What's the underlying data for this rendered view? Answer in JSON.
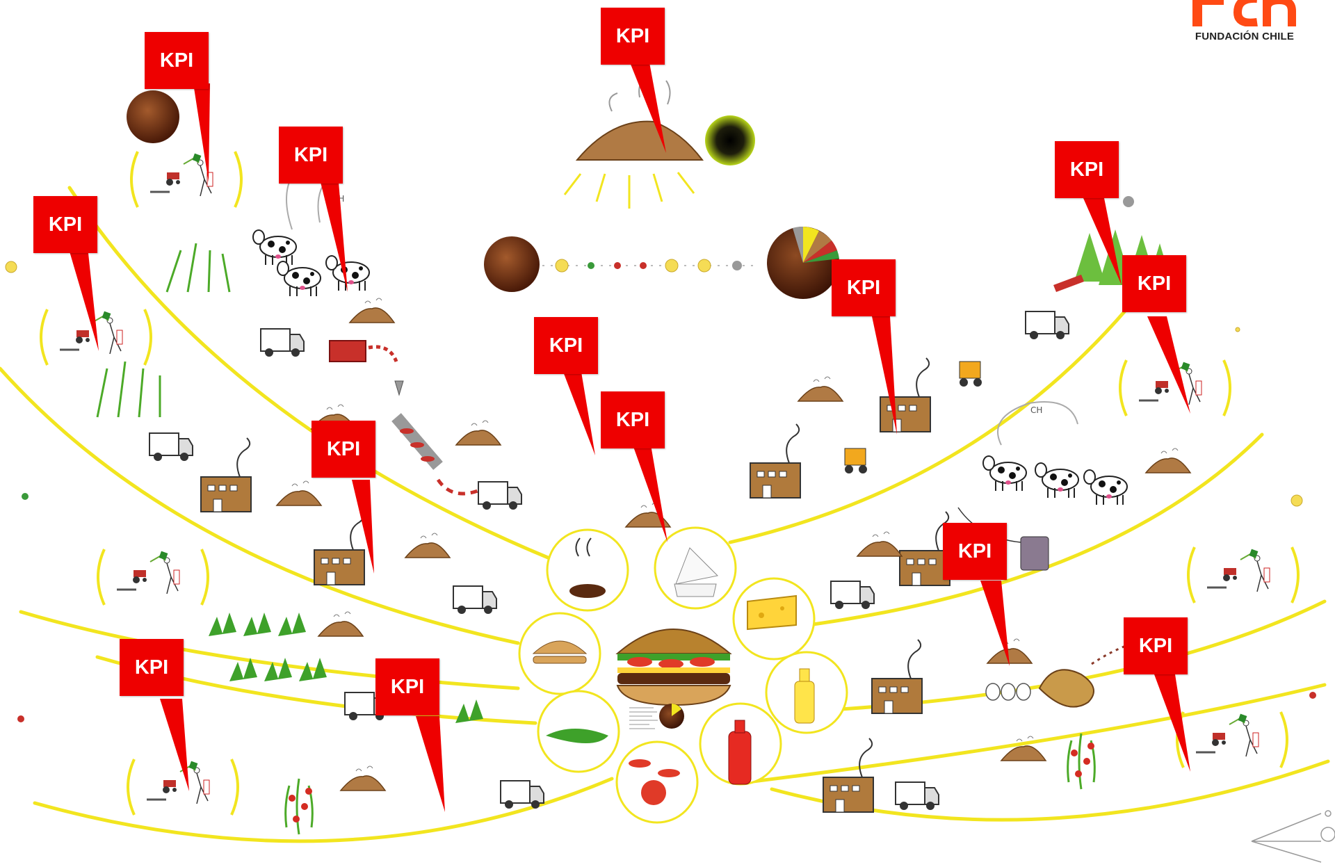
{
  "brand": {
    "logo_text": "FUNDACIÓN CHILE",
    "accent": "#ff4a14"
  },
  "diagram": {
    "kpi_label": "KPI",
    "methane_label": "CH",
    "kpi_color": "#ee0000",
    "curve_color": "#f2e51f",
    "icons": [
      "tractor-icon",
      "sprayer-icon",
      "cow-icon",
      "truck-icon",
      "factory-icon",
      "burger-icon",
      "tomato-icon",
      "cheese-icon",
      "bun-icon",
      "patty-icon",
      "lettuce-icon",
      "sauce-bottle-icon",
      "oil-bottle-icon",
      "packaging-icon",
      "chicken-icon",
      "eggs-icon",
      "forest-icon",
      "chainsaw-icon",
      "forklift-icon",
      "compost-pile-icon",
      "pie-chart-icon"
    ]
  }
}
